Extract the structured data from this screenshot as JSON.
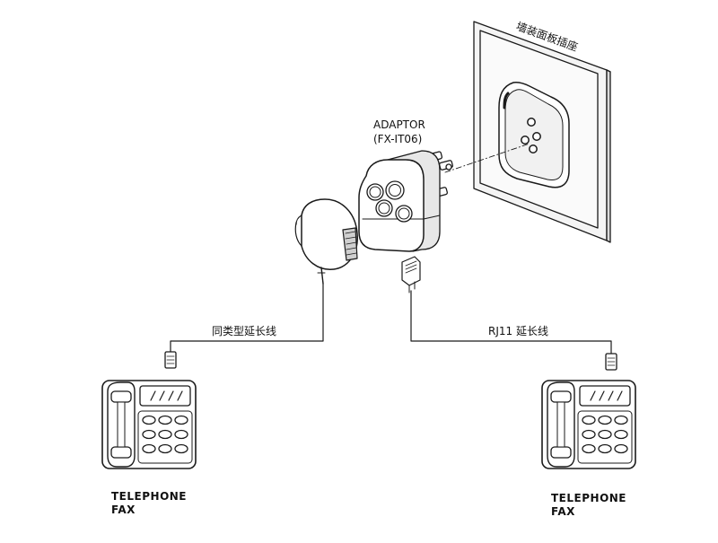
{
  "labels": {
    "wall_socket": "墙装面板插座",
    "adaptor_name": "ADAPTOR",
    "adaptor_model": "(FX-IT06)",
    "same_type_cable": "同类型延长线",
    "rj11_cable": "RJ11 延长线",
    "left_device_line1": "TELEPHONE",
    "left_device_line2": "FAX",
    "right_device_line1": "TELEPHONE",
    "right_device_line2": "FAX"
  },
  "colors": {
    "stroke": "#1a1a1a",
    "wall_fill": "#f4f4f4",
    "shade": "#cfcfcf",
    "dark": "#2a2a2a",
    "background": "#ffffff"
  }
}
